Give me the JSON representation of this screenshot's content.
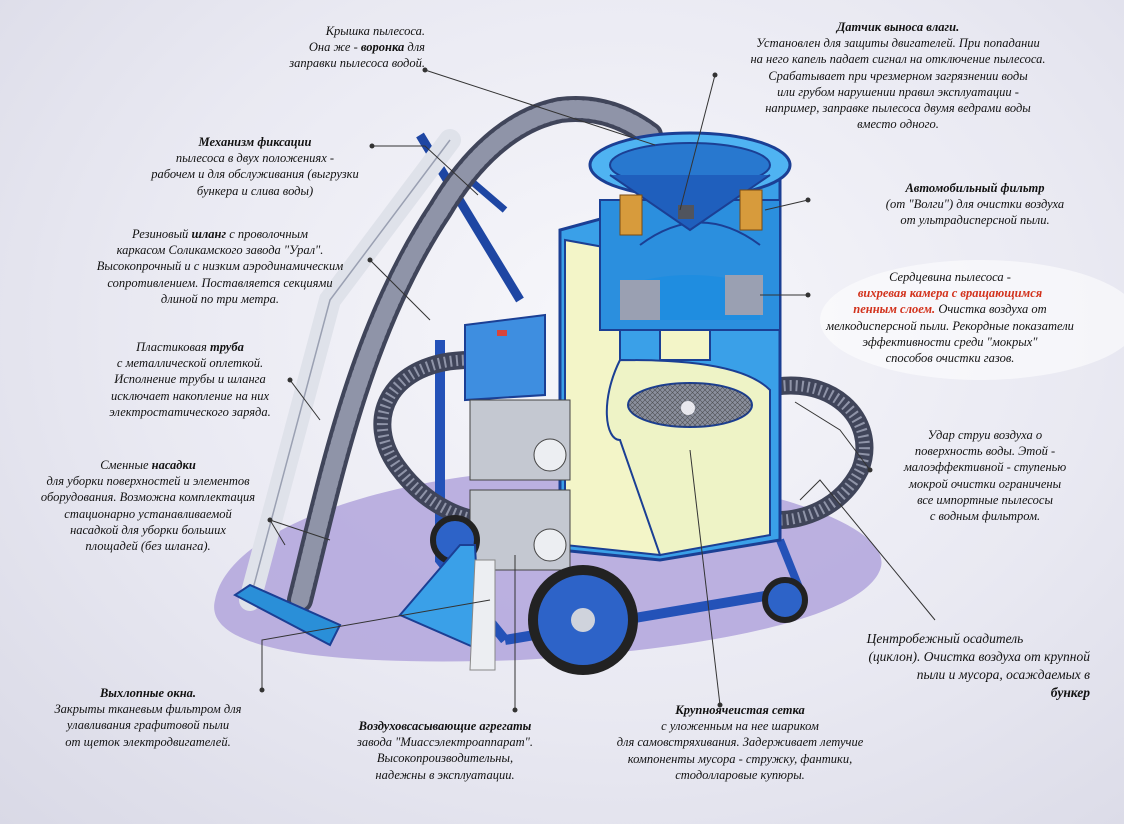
{
  "colors": {
    "accent_blue": "#2d63c8",
    "dark_blue": "#1b3f94",
    "cyan_body": "#3aa0e8",
    "inner_yellow": "#f3f5c8",
    "shadow_purple": "#a79bd6",
    "highlight_red": "#d2321c"
  },
  "labels": {
    "lid": {
      "l1": "Крышка пылесоса.",
      "l2_a": "Она же - ",
      "l2_b": "воронка",
      "l2_c": " для",
      "l3": "заправки пылесоса водой."
    },
    "moisture": {
      "title": "Датчик выноса влаги.",
      "lines": [
        "Установлен для защиты двигателей. При попадании",
        "на него капель падает сигнал на отключение пылесоса.",
        "Срабатывает при чрезмерном загрязнении воды",
        "или грубом нарушении правил эксплуатации -",
        "например, заправке пылесоса двумя ведрами воды",
        "вместо одного."
      ]
    },
    "fixation": {
      "title": "Механизм фиксации",
      "lines": [
        "пылесоса в двух положениях -",
        "рабочем и для обслуживания (выгрузки",
        "бункера и слива воды)"
      ]
    },
    "car_filter": {
      "title": "Автомобильный фильтр",
      "lines": [
        "(от \"Волги\") для очистки воздуха",
        "от ультрадисперсной пыли."
      ]
    },
    "hose": {
      "l1_a": "Резиновый ",
      "l1_b": "шланг",
      "l1_c": " с проволочным",
      "lines": [
        "каркасом Соликамского завода \"Урал\".",
        "Высокопрочный и с низким аэродинамическим",
        "сопротивлением. Поставляется секциями",
        "длиной по три метра."
      ]
    },
    "core": {
      "l1": "Сердцевина пылесоса -",
      "red1": "вихревая камера с вращающимся",
      "red2": "пенным слоем.",
      "l3_rest": " Очистка воздуха от",
      "lines": [
        "мелкодисперсной пыли. Рекордные показатели",
        "эффективности среди \"мокрых\"",
        "способов очистки газов."
      ]
    },
    "pipe": {
      "l1_a": "Пластиковая ",
      "l1_b": "труба",
      "lines": [
        "с металлической оплеткой.",
        "Исполнение трубы и шланга",
        "исключает накопление на них",
        "электростатического заряда."
      ]
    },
    "impact": {
      "lines": [
        "Удар струи воздуха о",
        "поверхность воды. Этой -",
        "малоэффективной - ступенью",
        "мокрой очистки ограничены",
        "все импортные пылесосы",
        "с водным фильтром."
      ]
    },
    "nozzles": {
      "l1_a": "Сменные ",
      "l1_b": "насадки",
      "lines": [
        "для уборки поверхностей и элементов",
        "оборудования. Возможна комплектация",
        "стационарно устанавливаемой",
        "насадкой для уборки больших",
        "площадей (без шланга)."
      ]
    },
    "cyclone": {
      "lines": [
        "Центробежный осадитель",
        "(циклон). Очистка воздуха от крупной",
        "пыли и мусора, осаждаемых в"
      ],
      "bold": "бункер"
    },
    "exhaust": {
      "title": "Выхлопные окна.",
      "lines": [
        "Закрыты тканевым фильтром для",
        "улавливания графитовой пыли",
        "от щеток электродвигателей."
      ]
    },
    "units": {
      "title": "Воздуховсасывающие агрегаты",
      "lines": [
        "завода \"Миассэлектроаппарат\".",
        "Высокопроизводительны,",
        "надежны в эксплуатации."
      ]
    },
    "mesh": {
      "title": "Крупноячеистая сетка",
      "lines": [
        "с уложенным на нее шариком",
        "для самовстряхивания. Задерживает летучие",
        "компоненты мусора - стружку, фантики,",
        "стодолларовые купюры."
      ]
    }
  }
}
